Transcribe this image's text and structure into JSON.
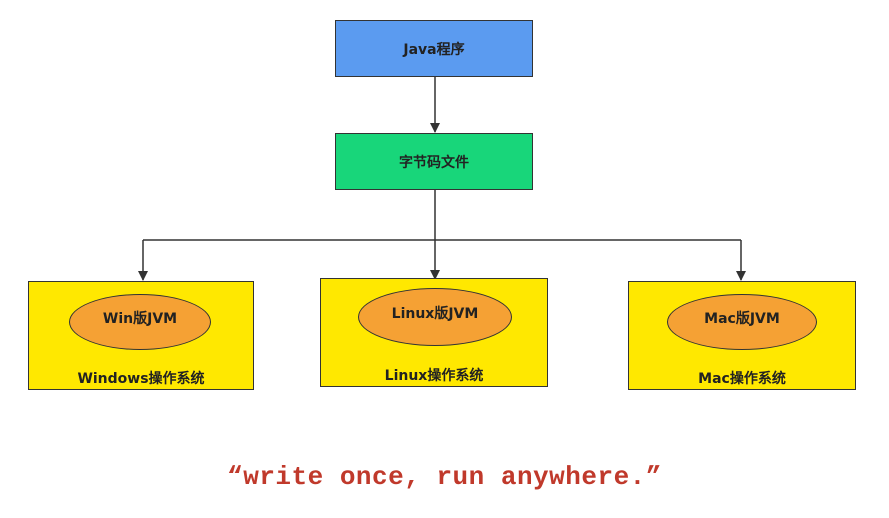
{
  "colors": {
    "java_box": "#5b9bf0",
    "bytecode_box": "#18d67a",
    "os_box": "#ffe800",
    "jvm_ellipse": "#f5a134",
    "slogan": "#c0392b",
    "edge": "#333333"
  },
  "nodes": {
    "java_program": "Java程序",
    "bytecode_file": "字节码文件"
  },
  "platforms": [
    {
      "jvm": "Win版JVM",
      "os": "Windows操作系统"
    },
    {
      "jvm": "Linux版JVM",
      "os": "Linux操作系统"
    },
    {
      "jvm": "Mac版JVM",
      "os": "Mac操作系统"
    }
  ],
  "slogan": "“write once, run anywhere.”"
}
